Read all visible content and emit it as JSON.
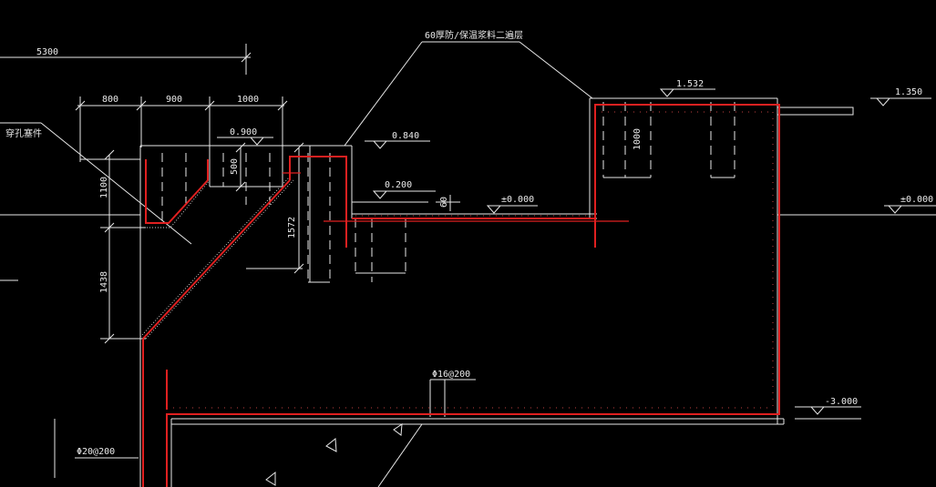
{
  "labels": {
    "dim_top": "5300",
    "dim_800": "800",
    "dim_900": "900",
    "dim_1000_top": "1000",
    "note_coating": "60厚防/保温浆料二遍层",
    "note_left": "穿孔塞件",
    "elev_0900": "0.900",
    "elev_0840": "0.840",
    "elev_0200": "0.200",
    "elev_pm0_mid": "±0.000",
    "elev_1532": "1.532",
    "elev_1350": "1.350",
    "elev_pm0_right": "±0.000",
    "elev_m3": "-3.000",
    "dim_500": "500",
    "dim_1100": "1100",
    "dim_1438": "1438",
    "dim_1572": "1572",
    "dim_1000_right": "1000",
    "dim_60": "60",
    "rebar_floor": "Φ16@200",
    "rebar_wall": "Φ20@200"
  },
  "colors": {
    "background": "#000000",
    "lines": "#e8e8e8",
    "rebar": "#e02020"
  }
}
